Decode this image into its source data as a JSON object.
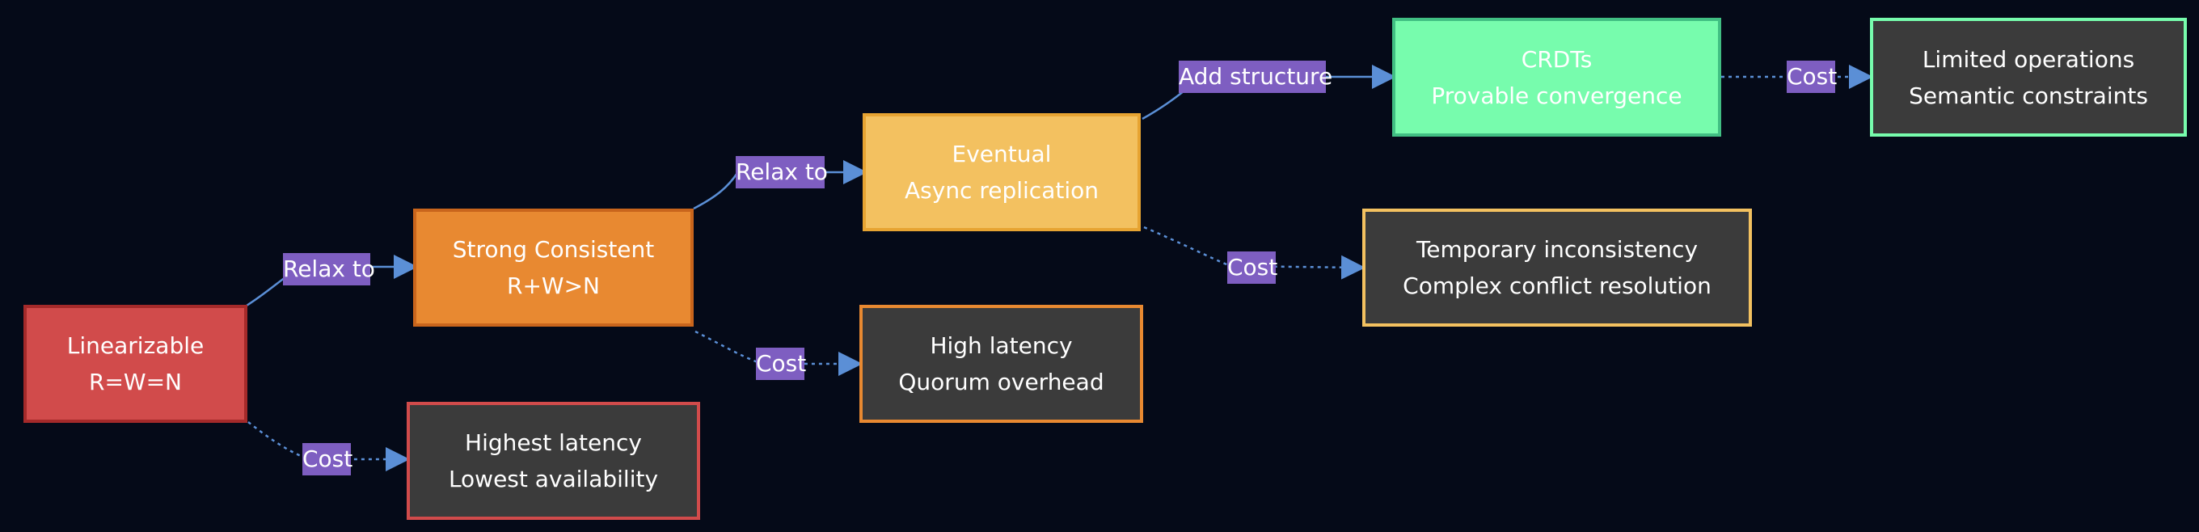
{
  "colors": {
    "background": "#050a18",
    "edge_line": "#5b8fd6",
    "edge_label_bg": "#7e5ec1",
    "linearizable_fill": "#d14b4b",
    "linearizable_border": "#a52a2a",
    "strong_fill": "#e88931",
    "strong_border": "#c9651c",
    "eventual_fill": "#f3c160",
    "eventual_border": "#e7a432",
    "crdts_fill": "#77fcad",
    "crdts_border": "#41bf83",
    "cost_fill": "#3b3b3b"
  },
  "nodes": {
    "linearizable": {
      "line1": "Linearizable",
      "line2": "R=W=N"
    },
    "strong": {
      "line1": "Strong Consistent",
      "line2": "R+W>N"
    },
    "eventual": {
      "line1": "Eventual",
      "line2": "Async replication"
    },
    "crdts": {
      "line1": "CRDTs",
      "line2": "Provable convergence"
    },
    "highest_latency": {
      "line1": "Highest latency",
      "line2": "Lowest availability"
    },
    "high_latency": {
      "line1": "High latency",
      "line2": "Quorum overhead"
    },
    "temporary": {
      "line1": "Temporary inconsistency",
      "line2": "Complex conflict resolution"
    },
    "limited": {
      "line1": "Limited operations",
      "line2": "Semantic constraints"
    }
  },
  "edges": {
    "lin_to_strong": "Relax to",
    "strong_to_eventual": "Relax to",
    "eventual_to_crdts": "Add structure",
    "lin_cost": "Cost",
    "strong_cost": "Cost",
    "eventual_cost": "Cost",
    "crdts_cost": "Cost"
  }
}
